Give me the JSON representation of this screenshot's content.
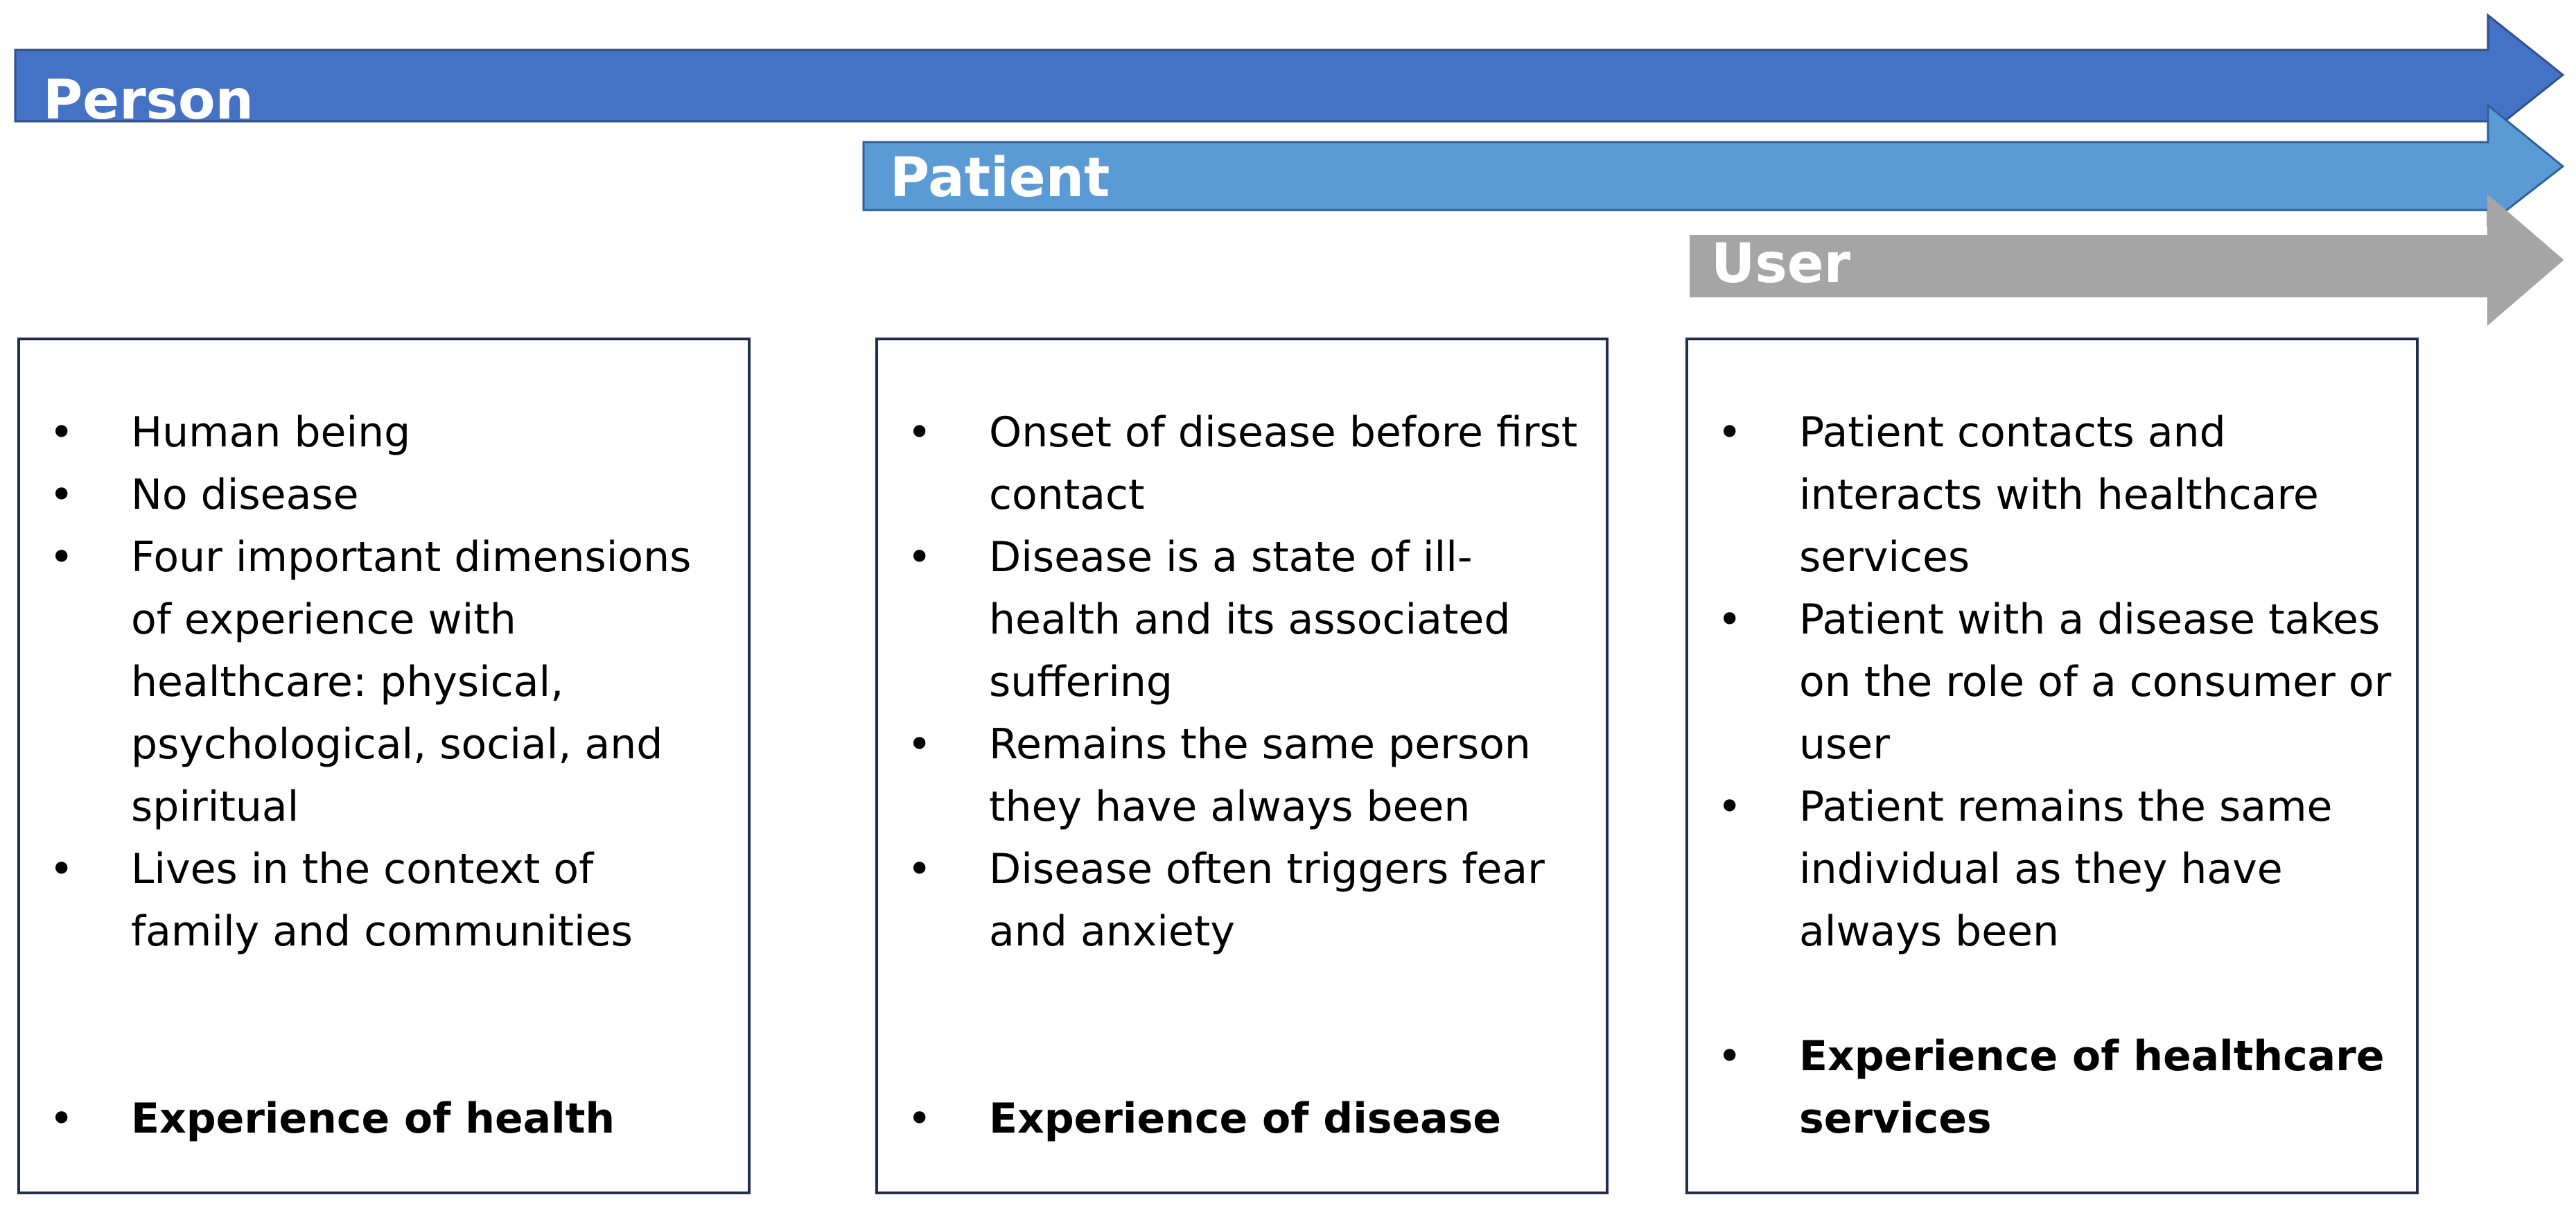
{
  "colors": {
    "person_arrow": "#4472c4",
    "patient_arrow": "#5b9bd5",
    "user_arrow": "#a5a5a5",
    "arrow_outline": "#2f4f8f",
    "box_border": "#1f2d4e"
  },
  "arrows": {
    "person": {
      "label": "Person"
    },
    "patient": {
      "label": "Patient"
    },
    "user": {
      "label": "User"
    }
  },
  "boxes": {
    "person": {
      "items": [
        "Human being",
        "No disease",
        "Four important dimensions of experience with healthcare: physical, psychological, social, and spiritual",
        "Lives in the context of family and communities"
      ],
      "summary": "Experience of health"
    },
    "patient": {
      "items": [
        "Onset of disease before first contact",
        "Disease is a state of ill-health and its associated suffering",
        "Remains the same person they have always been",
        "Disease often triggers fear and anxiety"
      ],
      "summary": "Experience of disease"
    },
    "user": {
      "items": [
        "Patient contacts and interacts with healthcare services",
        "Patient with a disease takes on the role of a consumer or user",
        "Patient remains the same individual as they have always been"
      ],
      "summary": "Experience of healthcare services"
    }
  }
}
